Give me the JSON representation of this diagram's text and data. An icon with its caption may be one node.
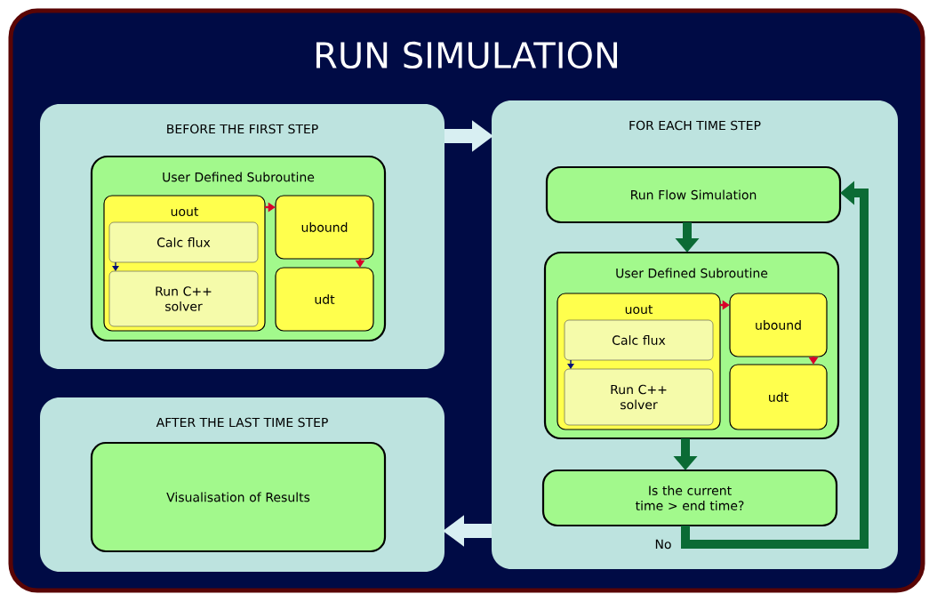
{
  "diagram": {
    "nodes": [
      {
        "text": [
          "RUN SIMULATION"
        ]
      },
      {
        "text": [
          "BEFORE THE FIRST STEP"
        ],
        "in": 0
      },
      {
        "text": [
          "User Defined Subroutine"
        ],
        "in": 1
      },
      {
        "text": [
          "uout"
        ],
        "in": 2
      },
      {
        "text": [
          "Calc flux"
        ],
        "in": 3
      },
      {
        "text": [
          "Run C++ solver"
        ],
        "in": 3
      },
      {
        "text": [
          "ubound"
        ],
        "in": 2
      },
      {
        "text": [
          "udt"
        ],
        "in": 2
      },
      {
        "text": [
          "FOR EACH TIME STEP"
        ],
        "in": 0
      },
      {
        "text": [
          "Run Flow Simulation"
        ],
        "in": 8
      },
      {
        "text": [
          "User Defined Subroutine"
        ],
        "in": 8
      },
      {
        "text": [
          "uout"
        ],
        "in": 10
      },
      {
        "text": [
          "Calc flux"
        ],
        "in": 11
      },
      {
        "text": [
          "Run C++ solver"
        ],
        "in": 11
      },
      {
        "text": [
          "ubound"
        ],
        "in": 10
      },
      {
        "text": [
          "udt"
        ],
        "in": 10
      },
      {
        "text": [
          "Is the current time > end time?"
        ],
        "in": 8
      },
      {
        "text": [
          "AFTER THE LAST TIME STEP"
        ],
        "in": 0
      },
      {
        "text": [
          "Visualisation of Results"
        ],
        "in": 17
      }
    ],
    "edges": [
      {
        "from": 3,
        "to": 6,
        "arrow": "to",
        "color": "#d9002a"
      },
      {
        "from": 6,
        "to": 7,
        "arrow": "to",
        "color": "#d9002a"
      },
      {
        "from": 4,
        "to": 5,
        "arrow": "to",
        "color": "#00107a"
      },
      {
        "from": 11,
        "to": 14,
        "arrow": "to",
        "color": "#d9002a"
      },
      {
        "from": 14,
        "to": 15,
        "arrow": "to",
        "color": "#d9002a"
      },
      {
        "from": 12,
        "to": 13,
        "arrow": "to",
        "color": "#00107a"
      },
      {
        "from": 1,
        "to": 8,
        "arrow": "to",
        "style": "thick",
        "color": "#d8eff2"
      },
      {
        "from": 9,
        "to": 10,
        "arrow": "to",
        "style": "thick",
        "color": "#0b6b35"
      },
      {
        "from": 10,
        "to": 16,
        "arrow": "to",
        "style": "thick",
        "color": "#0b6b35"
      },
      {
        "from": 16,
        "to": 9,
        "arrow": "to",
        "style": "thick",
        "color": "#0b6b35",
        "label": "No"
      },
      {
        "from": 8,
        "to": 17,
        "arrow": "to",
        "style": "thick",
        "color": "#d8eff2"
      }
    ]
  }
}
